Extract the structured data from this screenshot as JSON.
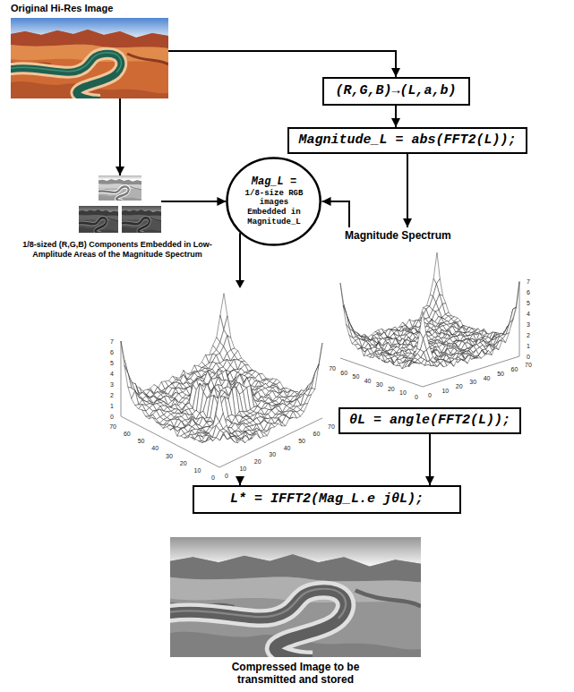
{
  "diagram": {
    "nodes": [
      {
        "text": [
          "Original Hi-Res Image"
        ]
      },
      {
        "text": [
          "(R,G,B)→(L,a,b)"
        ]
      },
      {
        "text": [
          "Magnitude_L = abs(FFT2(L));"
        ]
      },
      {
        "text": [
          "1/8-sized (R,G,B) Components Embedded in Low-Amplitude Areas of the Magnitude Spectrum"
        ]
      },
      {
        "text": [
          "Mag_L =",
          "1/8-size RGB images Embedded in Magnitude_L"
        ]
      },
      {
        "text": [
          "Magnitude Spectrum"
        ]
      },
      {
        "text": [
          "θL = angle(FFT2(L));"
        ]
      },
      {
        "text": [
          "L* = IFFT2(Mag_L.e jθL);"
        ]
      },
      {
        "text": [
          "Compressed Image to be transmitted and stored"
        ]
      }
    ],
    "edges": [
      {
        "from": 0,
        "to": 1,
        "arrow": "to"
      },
      {
        "from": 1,
        "to": 2,
        "arrow": "to"
      },
      {
        "from": 0,
        "to": 3,
        "arrow": "to"
      },
      {
        "from": 3,
        "to": 4,
        "arrow": "to"
      },
      {
        "from": 2,
        "to": 5,
        "arrow": "to"
      },
      {
        "from": 5,
        "to": 4,
        "arrow": "to"
      },
      {
        "from": 4,
        "to": 7,
        "arrow": "to"
      },
      {
        "from": 6,
        "to": 7,
        "arrow": "to"
      }
    ],
    "labels": [
      "7",
      "6",
      "5",
      "4",
      "3",
      "2",
      "1",
      "0",
      "70",
      "60",
      "50",
      "40",
      "30",
      "20",
      "10",
      "0",
      "0",
      "10",
      "20",
      "30",
      "40",
      "50",
      "60",
      "70",
      "7",
      "6",
      "5",
      "4",
      "3",
      "2",
      "1",
      "0",
      "70",
      "60",
      "50",
      "40",
      "30",
      "20",
      "10",
      "0",
      "0",
      "10",
      "20",
      "30",
      "40",
      "50",
      "60",
      "70"
    ]
  }
}
